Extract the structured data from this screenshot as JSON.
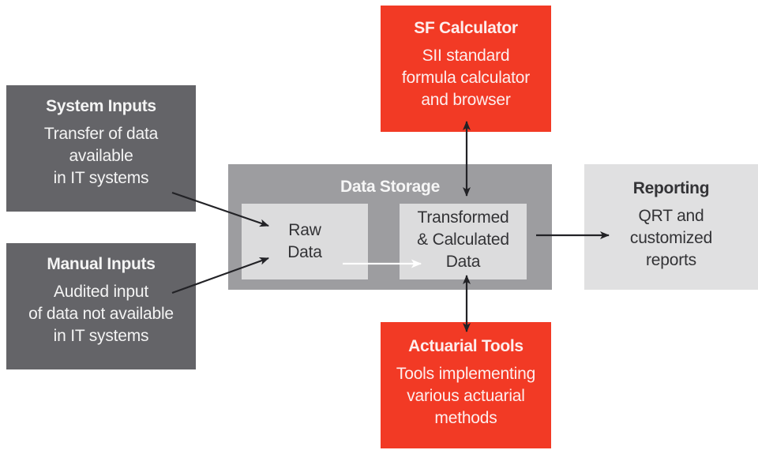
{
  "system_inputs": {
    "title": "System Inputs",
    "lines": [
      "Transfer of data",
      "available",
      "in IT systems"
    ]
  },
  "manual_inputs": {
    "title": "Manual Inputs",
    "lines": [
      "Audited input",
      "of data not available",
      "in IT systems"
    ]
  },
  "sf_calculator": {
    "title": "SF Calculator",
    "lines": [
      "SII standard",
      "formula calculator",
      "and browser"
    ]
  },
  "data_storage": {
    "title": "Data Storage",
    "raw_data": [
      "Raw",
      "Data"
    ],
    "transformed_data": [
      "Transformed",
      "& Calculated",
      "Data"
    ]
  },
  "reporting": {
    "title": "Reporting",
    "lines": [
      "QRT and",
      "customized",
      "reports"
    ]
  },
  "actuarial_tools": {
    "title": "Actuarial Tools",
    "lines": [
      "Tools implementing",
      "various actuarial",
      "methods"
    ]
  },
  "colors": {
    "input_box": "#646468",
    "tool_box": "#f23a25",
    "storage": "#9d9da0",
    "storage_inner": "#dcdcdd",
    "reporting_box": "#e0e0e1",
    "arrow": "#222226"
  }
}
